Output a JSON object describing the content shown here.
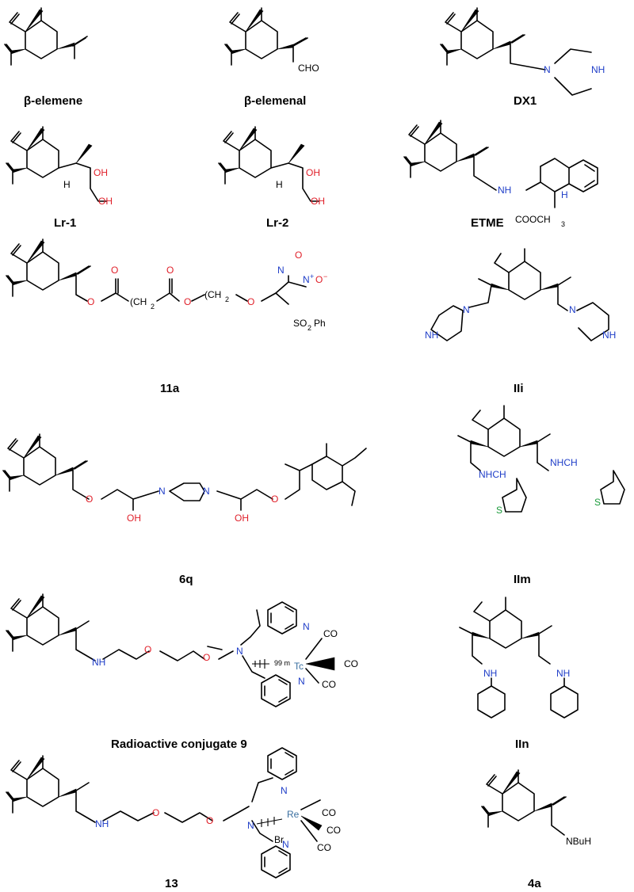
{
  "compounds": [
    {
      "id": "c1",
      "name": "β-elemene"
    },
    {
      "id": "c2",
      "name": "β-elemenal"
    },
    {
      "id": "c3",
      "name": "DX1"
    },
    {
      "id": "c4",
      "name": "Lr-1"
    },
    {
      "id": "c5",
      "name": "Lr-2"
    },
    {
      "id": "c6",
      "name": "ETME"
    },
    {
      "id": "c7",
      "name": "11a"
    },
    {
      "id": "c8",
      "name": "IIi"
    },
    {
      "id": "c9",
      "name": "6q"
    },
    {
      "id": "c10",
      "name": "IIm"
    },
    {
      "id": "c11",
      "name": "Radioactive conjugate 9"
    },
    {
      "id": "c12",
      "name": "IIn"
    },
    {
      "id": "c13",
      "name": "13"
    },
    {
      "id": "c14",
      "name": "4a"
    }
  ],
  "atoms": {
    "cho": "CHO",
    "oh": "OH",
    "h": "H",
    "n": "N",
    "nh": "NH",
    "o": "O",
    "s": "S",
    "cooch": "COOCH",
    "sub3": "3",
    "ch2": "(CH",
    "sub2": "2",
    "close": ")",
    "no": "N",
    "oplus": "+",
    "ominus": "O",
    "minus": "−",
    "so2ph_a": "SO",
    "so2ph_b": "Ph",
    "nhch": "NHCH",
    "ch2b": "CH",
    "co": "CO",
    "tc": "Tc",
    "tc_iso": "99 m",
    "re": "Re",
    "br": "Br",
    "nbuh": "NBuH"
  },
  "colors": {
    "heteroatom_n": "#1f3ec8",
    "heteroatom_o": "#e0202a",
    "sulfur": "#1a9a3a",
    "technetium": "#3a6fa0"
  }
}
